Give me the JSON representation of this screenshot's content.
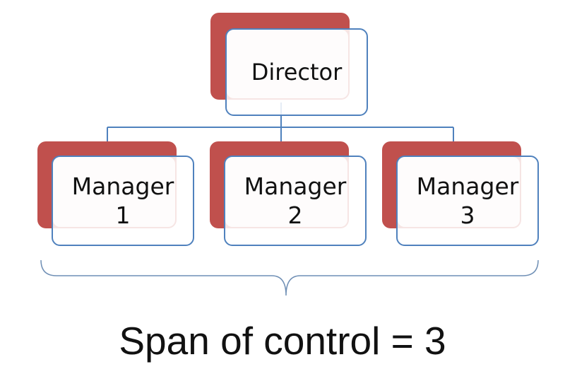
{
  "diagram": {
    "director": {
      "label": "Director"
    },
    "managers": [
      {
        "label": "Manager\n1"
      },
      {
        "label": "Manager\n2"
      },
      {
        "label": "Manager\n3"
      }
    ],
    "caption": "Span of control = 3"
  },
  "colors": {
    "shadow": "#c0504d",
    "border": "#4f81bd",
    "fill": "#f8e6e6",
    "connector": "#4f81bd"
  }
}
